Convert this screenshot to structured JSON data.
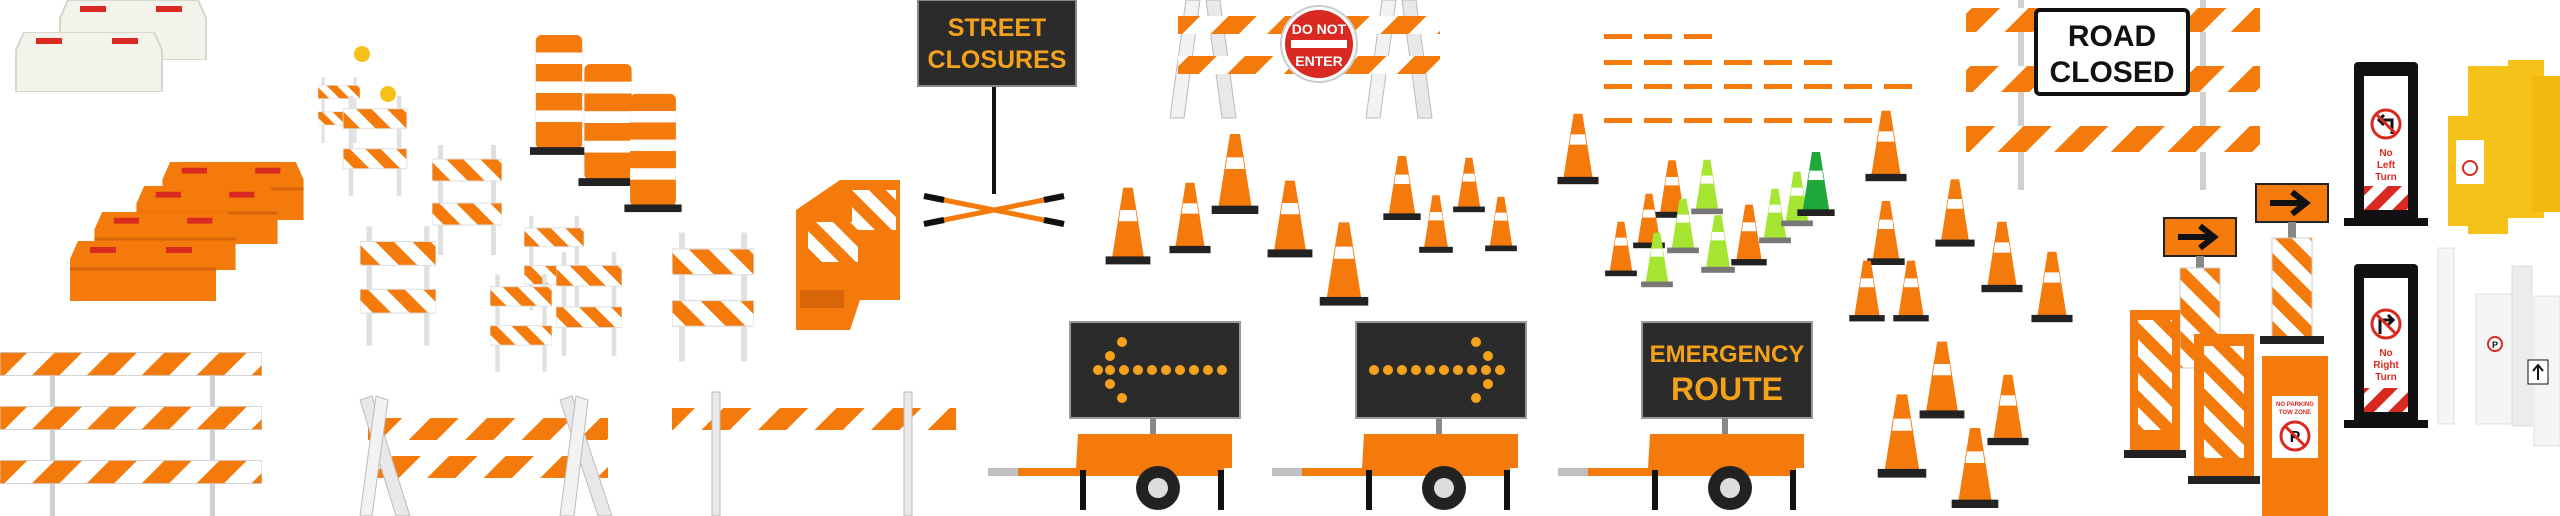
{
  "colors": {
    "orange": "#f47a0c",
    "orange_dark": "#d9650a",
    "white": "#ffffff",
    "board": "#2b2b2b",
    "amber": "#f4a21c",
    "red": "#d82a20",
    "yellow": "#f6c21a",
    "lime": "#a6e632",
    "green": "#1fa83a",
    "gray": "#bdbdbd"
  },
  "signs": {
    "street_line1": "STREET",
    "street_line2": "CLOSURES",
    "do_not_line1": "DO NOT",
    "do_not_line2": "ENTER",
    "road_line1": "ROAD",
    "road_line2": "CLOSED",
    "emergency_line1": "EMERGENCY",
    "emergency_line2": "ROUTE",
    "no_left_line1": "No",
    "no_left_line2": "Left",
    "no_left_line3": "Turn",
    "no_right_line1": "No",
    "no_right_line2": "Right",
    "no_right_line3": "Turn",
    "no_parking": "NO PARKING",
    "tow_zone": "TOW ZONE"
  },
  "icons": [
    "arrow-left-icon",
    "arrow-right-icon",
    "no-left-turn-icon",
    "no-right-turn-icon",
    "no-parking-icon",
    "up-arrow-icon"
  ]
}
